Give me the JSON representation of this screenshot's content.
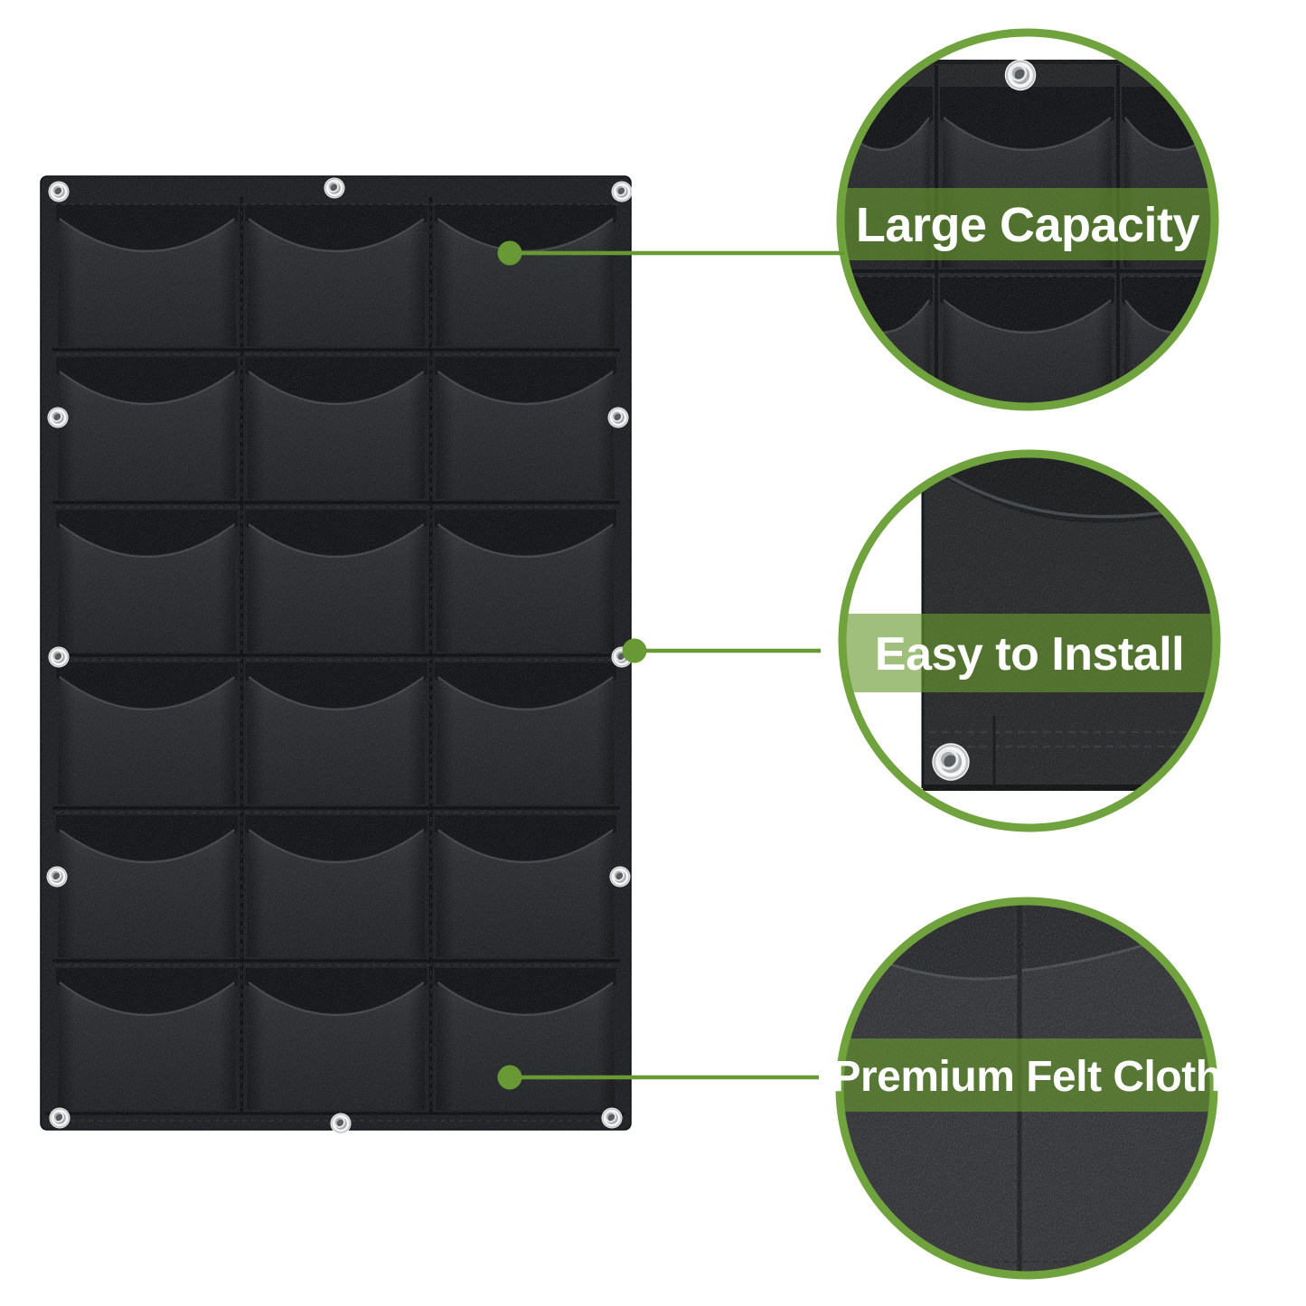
{
  "product": {
    "type": "vertical wall-hanging garden planter bag",
    "fabric": "black felt",
    "pocket_rows": 6,
    "pocket_cols": 3,
    "pocket_count": 18
  },
  "callouts": [
    {
      "id": "large-capacity",
      "label": "Large Capacity"
    },
    {
      "id": "easy-to-install",
      "label": "Easy to Install"
    },
    {
      "id": "premium-felt-cloth",
      "label": "Premium Felt Cloth"
    }
  ],
  "colors": {
    "accent_green": "#689934",
    "circle_border_green": "#70a23e",
    "banner_overlay": "rgba(104,153,47,0.63)",
    "label_text": "#ffffff",
    "background": "#ffffff",
    "fabric_black": "#232528"
  }
}
